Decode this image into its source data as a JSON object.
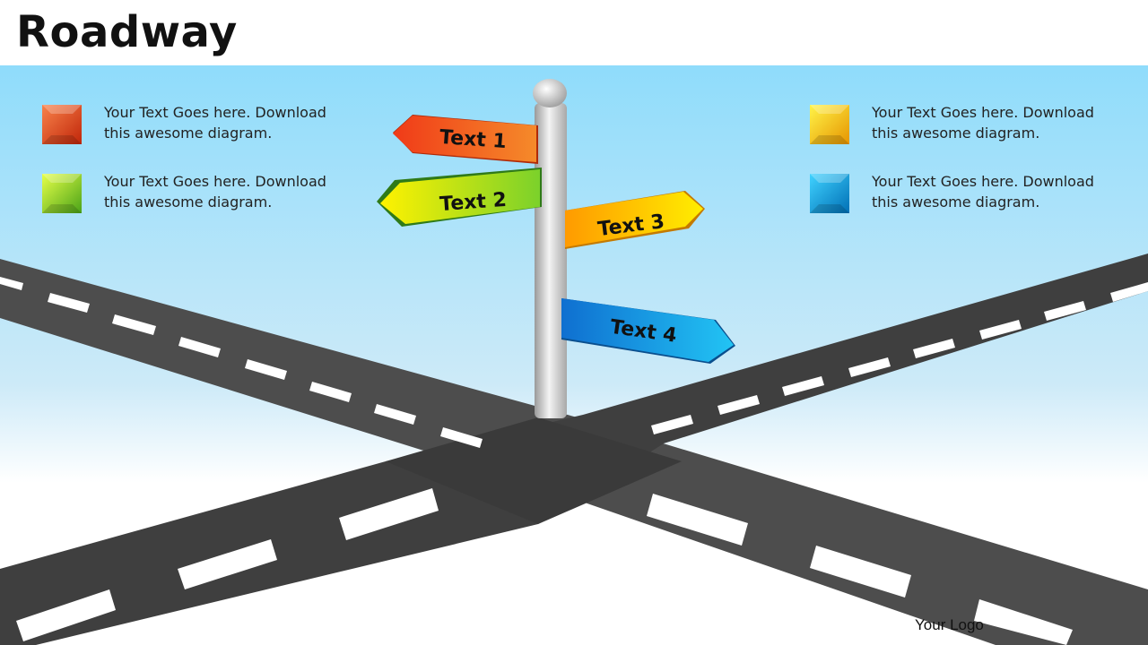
{
  "title": "Roadway",
  "legend": [
    {
      "text": "Your Text Goes here. Download this awesome diagram.",
      "color": "#e8401c"
    },
    {
      "text": "Your Text Goes here. Download this awesome diagram.",
      "color": "#8cd42a"
    },
    {
      "text": "Your Text Goes here. Download this awesome diagram.",
      "color": "#f6c400"
    },
    {
      "text": "Your Text Goes here. Download this awesome diagram.",
      "color": "#0a9fe0"
    }
  ],
  "signs": [
    {
      "label": "Text 1",
      "color": "#f05a1e"
    },
    {
      "label": "Text 2",
      "color": "#b6e020"
    },
    {
      "label": "Text 3",
      "color": "#ffb000"
    },
    {
      "label": "Text 4",
      "color": "#1f8fe0"
    }
  ],
  "logo": "Your Logo"
}
